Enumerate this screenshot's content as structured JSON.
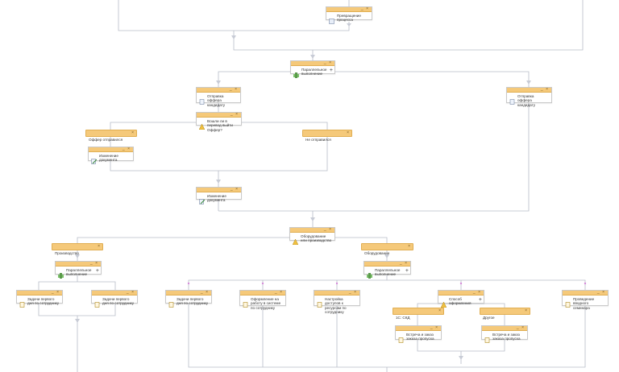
{
  "colors": {
    "header": "#f5c97a",
    "line": "#b8bcc8",
    "accent": "#d48ad8"
  },
  "nodes": {
    "process_change": "Превращение процесса",
    "parallel_1": "Параллельное выполнение",
    "send_offer_1": "Отправка оффера кандидату",
    "send_offer_2": "Отправка оффера кандидату",
    "decision_offer": "Вошли ли в перевод выйти Оффер?",
    "branch_offer_sent": "Оффер отправился",
    "branch_not_sent": "Не отправился",
    "change_docs_1": "Изменение документа",
    "change_docs_2": "Изменение документа",
    "decision_equip": "Оборудование или производство",
    "branch_production": "Производство",
    "branch_equipment": "Оборудование",
    "parallel_2": "Параллельное выполнение",
    "parallel_3": "Параллельное выполнение",
    "task_first_day_1": "Задачи первого дня по сотруднику",
    "task_first_day_2": "Задачи первого дня по сотруднику",
    "task_first_day_3": "Задачи первого дня по сотруднику",
    "task_workplace": "Оформление на работу в системе по сотруднику",
    "task_access": "Настройка доступов к ресурсам по сотруднику",
    "decision_order": "Способ оформления",
    "branch_1c": "1С: СКД",
    "branch_other": "Другое",
    "order_pass_1": "Встреча и заказ заказа пропуска",
    "order_pass_2": "Встреча и заказ заказа пропуска",
    "task_intro": "Проведение вводного семинара"
  }
}
